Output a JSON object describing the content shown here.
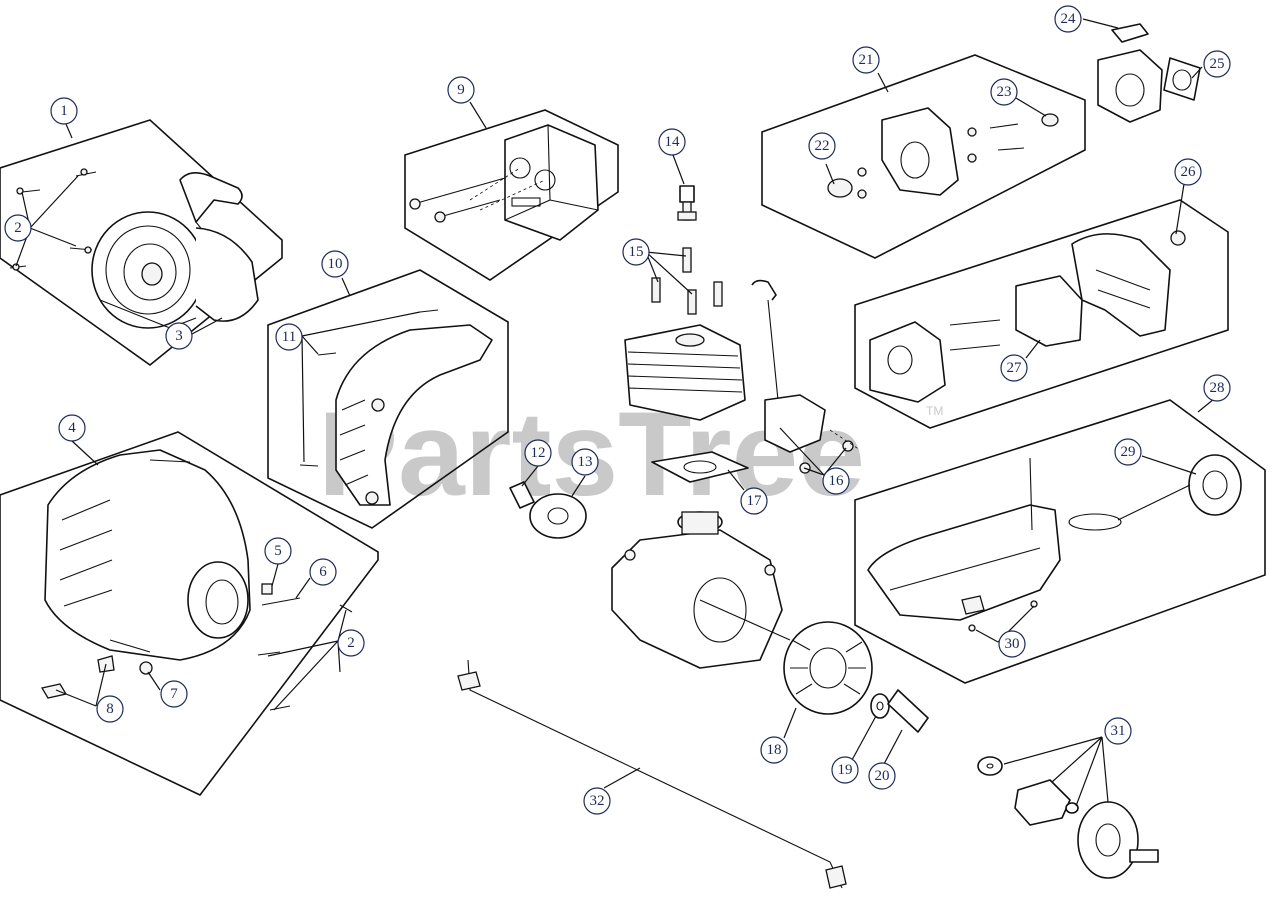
{
  "watermark": {
    "text": "PartsTree",
    "tm": "TM"
  },
  "callouts": [
    {
      "id": "1",
      "label": "1"
    },
    {
      "id": "2a",
      "label": "2"
    },
    {
      "id": "3",
      "label": "3"
    },
    {
      "id": "4",
      "label": "4"
    },
    {
      "id": "5",
      "label": "5"
    },
    {
      "id": "6",
      "label": "6"
    },
    {
      "id": "2b",
      "label": "2"
    },
    {
      "id": "7",
      "label": "7"
    },
    {
      "id": "8",
      "label": "8"
    },
    {
      "id": "9",
      "label": "9"
    },
    {
      "id": "10",
      "label": "10"
    },
    {
      "id": "11",
      "label": "11"
    },
    {
      "id": "12",
      "label": "12"
    },
    {
      "id": "13",
      "label": "13"
    },
    {
      "id": "14",
      "label": "14"
    },
    {
      "id": "15",
      "label": "15"
    },
    {
      "id": "16",
      "label": "16"
    },
    {
      "id": "17",
      "label": "17"
    },
    {
      "id": "18",
      "label": "18"
    },
    {
      "id": "19",
      "label": "19"
    },
    {
      "id": "20",
      "label": "20"
    },
    {
      "id": "21",
      "label": "21"
    },
    {
      "id": "22",
      "label": "22"
    },
    {
      "id": "23",
      "label": "23"
    },
    {
      "id": "24",
      "label": "24"
    },
    {
      "id": "25",
      "label": "25"
    },
    {
      "id": "26",
      "label": "26"
    },
    {
      "id": "27",
      "label": "27"
    },
    {
      "id": "28",
      "label": "28"
    },
    {
      "id": "29",
      "label": "29"
    },
    {
      "id": "30",
      "label": "30"
    },
    {
      "id": "31",
      "label": "31"
    },
    {
      "id": "32",
      "label": "32"
    }
  ]
}
